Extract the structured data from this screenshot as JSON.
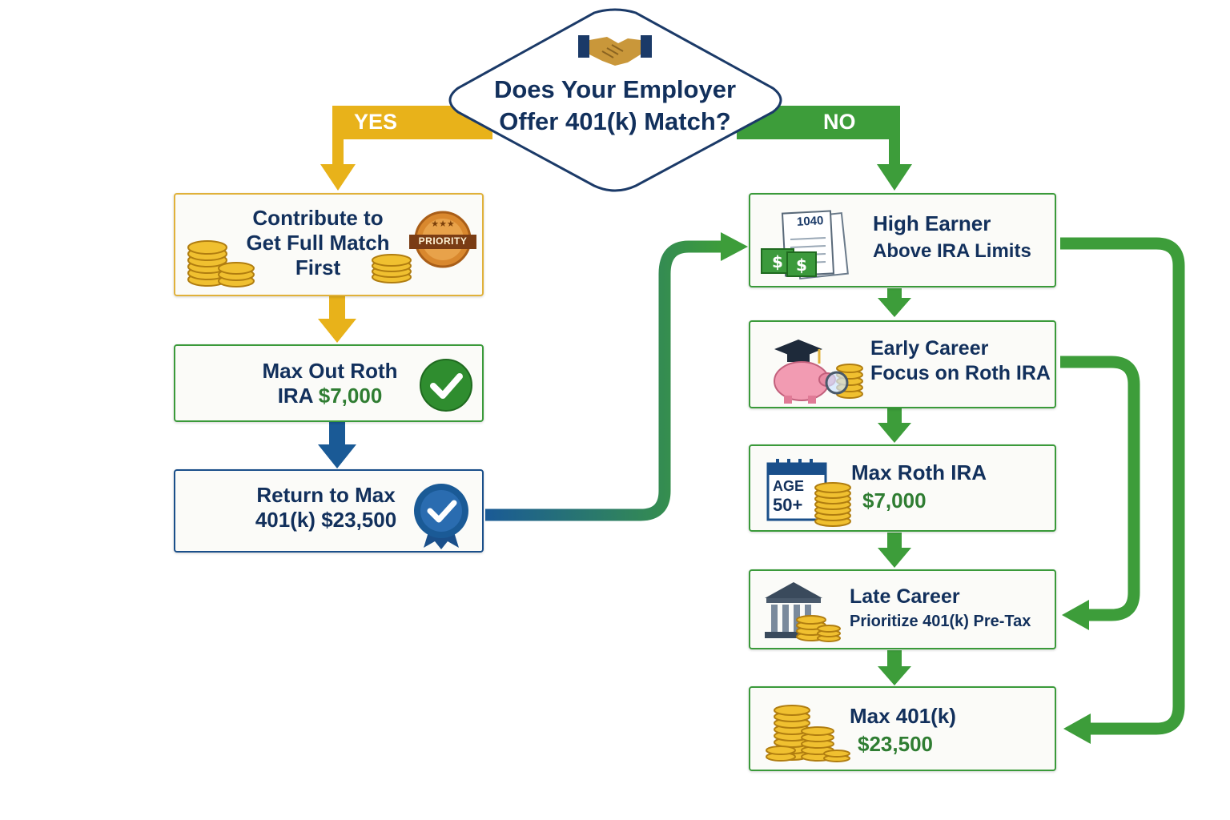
{
  "decision": {
    "line1": "Does Your Employer",
    "line2": "Offer 401(k) Match?",
    "icon": "handshake-icon"
  },
  "branches": {
    "yes": "YES",
    "no": "NO"
  },
  "colors": {
    "gold": "#e8b21a",
    "green": "#3d9d3a",
    "blue": "#1a5a96",
    "navy": "#12305c",
    "money_green": "#2f7d32"
  },
  "left": {
    "match": {
      "line1": "Contribute to",
      "line2": "Get Full Match",
      "line3": "First",
      "badge": "PRIORITY"
    },
    "roth": {
      "line1": "Max Out Roth",
      "line2_prefix": "IRA ",
      "amount": "$7,000"
    },
    "return401k": {
      "line1": "Return to Max",
      "line2": "401(k) $23,500"
    }
  },
  "right": {
    "high_earner": {
      "line1": "High Earner",
      "line2": "Above IRA Limits",
      "form_label": "1040"
    },
    "early_career": {
      "line1": "Early Career",
      "line2": "Focus on Roth IRA"
    },
    "max_roth": {
      "line1": "Max Roth IRA",
      "amount": "$7,000",
      "age_label": "AGE",
      "age_value": "50+"
    },
    "late_career": {
      "line1": "Late Career",
      "line2": "Prioritize 401(k) Pre-Tax"
    },
    "max_401k": {
      "line1": "Max 401(k)",
      "amount": "$23,500"
    }
  }
}
